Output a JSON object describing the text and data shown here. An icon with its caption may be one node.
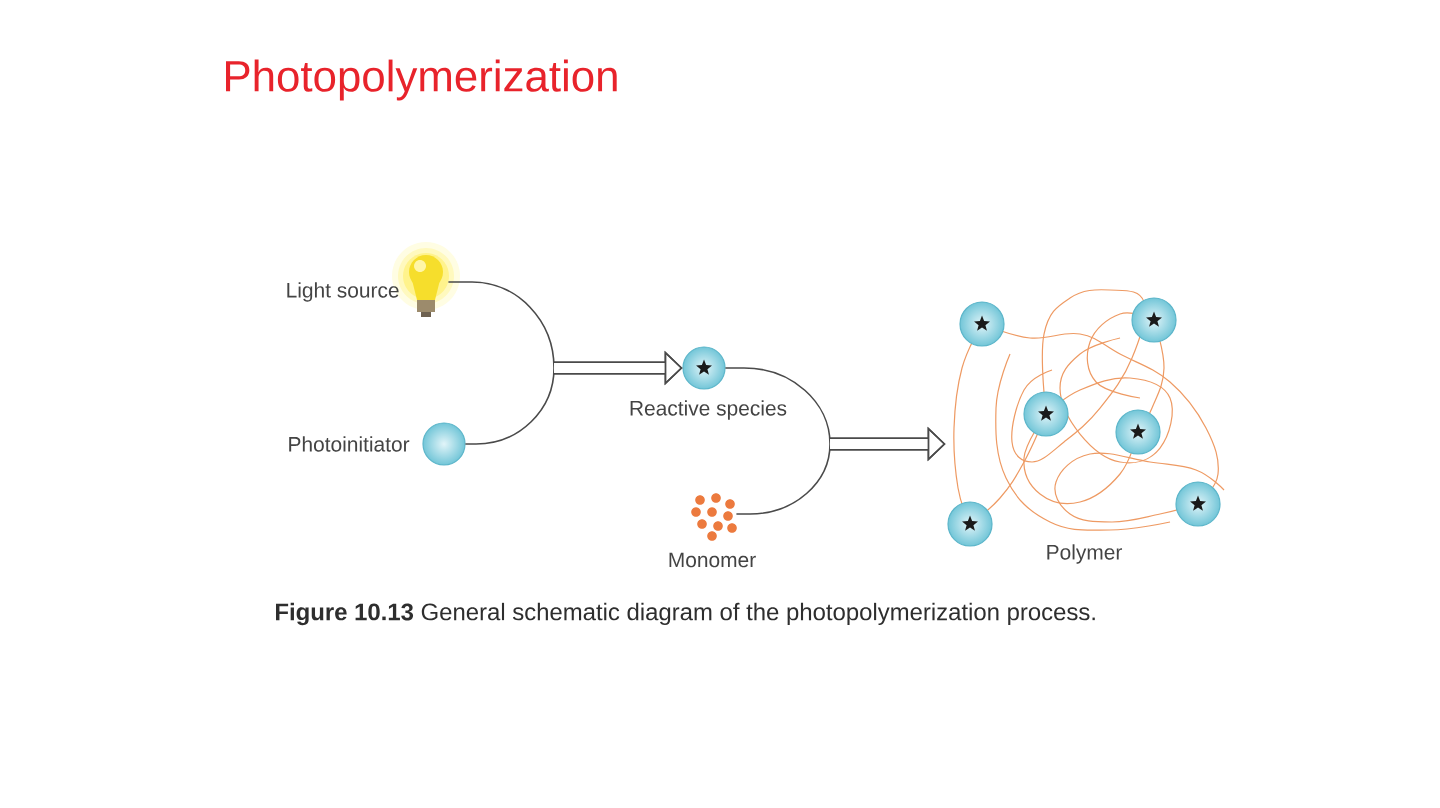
{
  "diagram": {
    "title": "Photopolymerization",
    "caption": "**Figure 10.13** General schematic diagram of the photopolymerization process.",
    "nodes": [
      {
        "text": [],
        "shape": "picture",
        "beside": [
          "Light source"
        ]
      },
      {
        "text": [],
        "shape": "circle",
        "beside": [
          "Photoinitiator"
        ]
      },
      {
        "text": [],
        "shape": "circle",
        "beside": [
          "Reactive species"
        ]
      },
      {
        "text": [],
        "shape": "picture",
        "beside": [
          "Monomer"
        ]
      },
      {
        "text": [
          "Polymer"
        ]
      }
    ],
    "edges": [
      {
        "from": 0,
        "to": 2,
        "arrow": "to"
      },
      {
        "from": 1,
        "to": 2,
        "arrow": "to"
      },
      {
        "from": 2,
        "to": 4,
        "arrow": "to"
      },
      {
        "from": 3,
        "to": 4,
        "arrow": "to"
      }
    ]
  }
}
